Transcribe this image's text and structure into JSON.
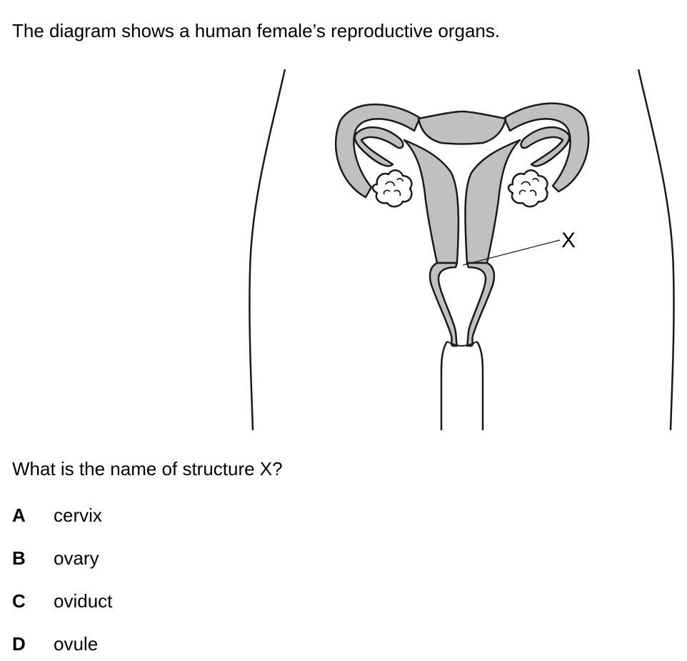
{
  "intro_text": "The diagram shows a human female’s reproductive organs.",
  "diagram": {
    "label": "X",
    "organ_fill": "#c0c0c0",
    "line_color": "#1a1a1a"
  },
  "question": "What is the name of structure X?",
  "options": [
    {
      "letter": "A",
      "text": "cervix"
    },
    {
      "letter": "B",
      "text": "ovary"
    },
    {
      "letter": "C",
      "text": "oviduct"
    },
    {
      "letter": "D",
      "text": "ovule"
    }
  ]
}
